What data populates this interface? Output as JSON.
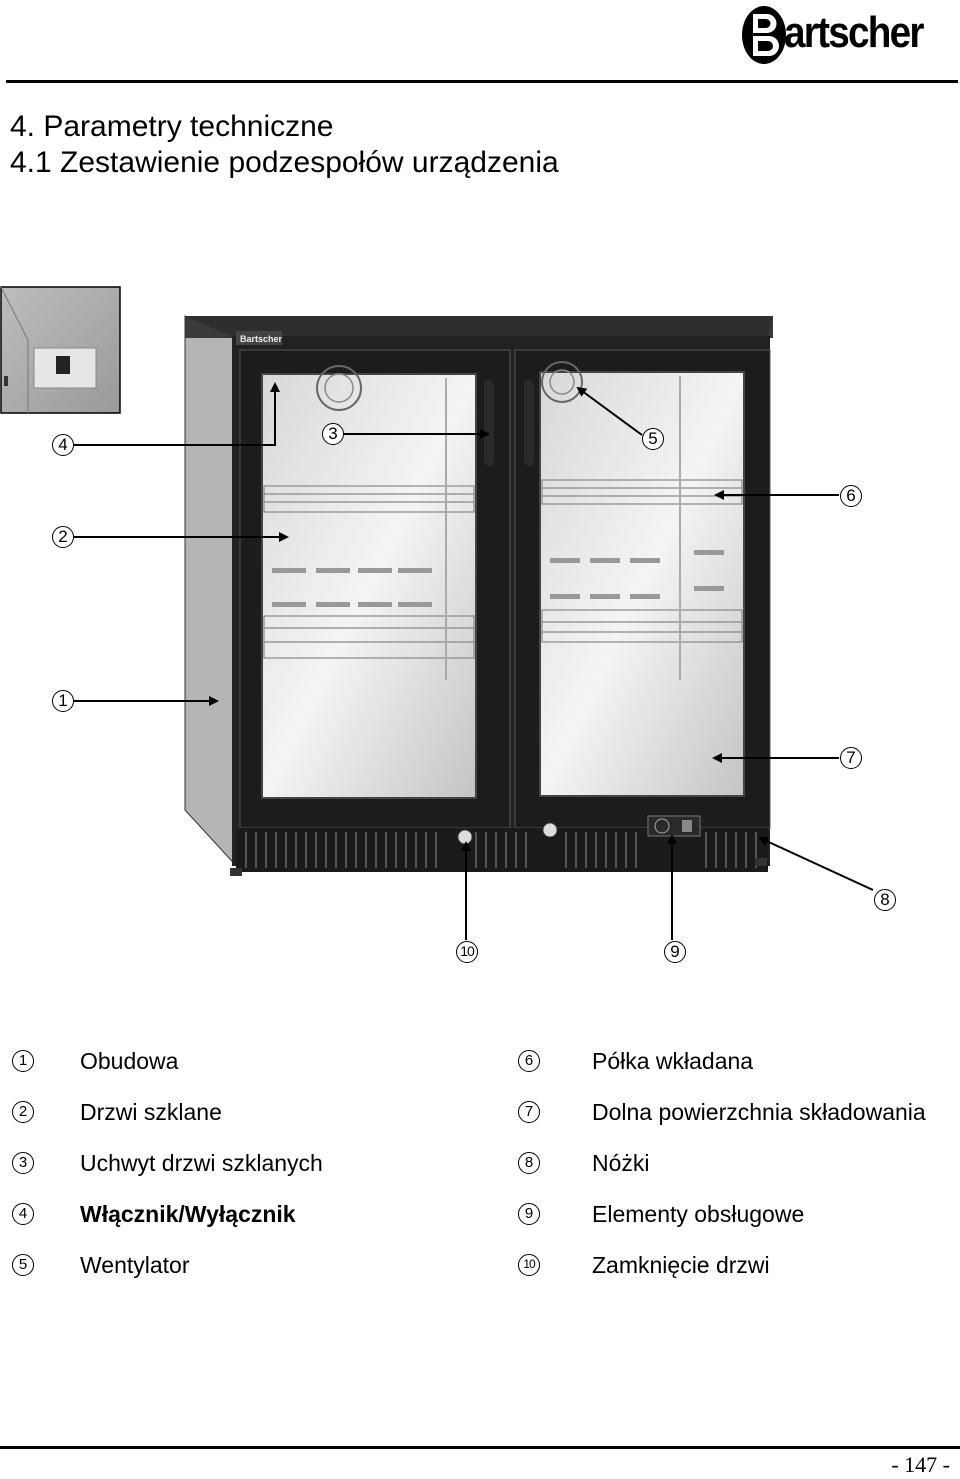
{
  "brand": {
    "name": "Bartscher"
  },
  "heading": {
    "section": "4. Parametry techniczne",
    "subsection": "4.1 Zestawienie podzespołów urządzenia"
  },
  "figure": {
    "callouts": [
      "1",
      "2",
      "3",
      "4",
      "5",
      "6",
      "7",
      "8",
      "9",
      "10"
    ]
  },
  "legend": [
    {
      "num": "1",
      "label": "Obudowa",
      "bold": false
    },
    {
      "num": "2",
      "label": "Drzwi szklane",
      "bold": false
    },
    {
      "num": "3",
      "label": "Uchwyt drzwi szklanych",
      "bold": false
    },
    {
      "num": "4",
      "label": "Włącznik/Wyłącznik",
      "bold": true
    },
    {
      "num": "5",
      "label": "Wentylator",
      "bold": false
    },
    {
      "num": "6",
      "label": "Półka wkładana",
      "bold": false
    },
    {
      "num": "7",
      "label": "Dolna powierzchnia składowania",
      "bold": false
    },
    {
      "num": "8",
      "label": "Nóżki",
      "bold": false
    },
    {
      "num": "9",
      "label": "Elementy obsługowe",
      "bold": false
    },
    {
      "num": "10",
      "label": "Zamknięcie drzwi",
      "bold": false
    }
  ],
  "footer": {
    "page": "- 147 -"
  }
}
